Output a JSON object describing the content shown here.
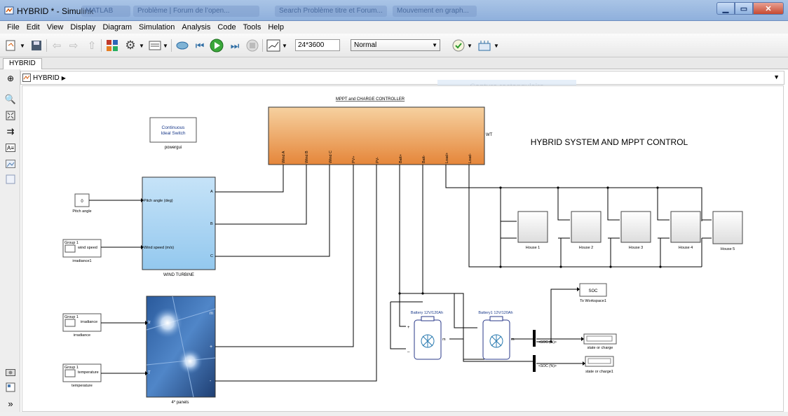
{
  "window": {
    "title": "HYBRID * - Simulink",
    "ghost_tabs": [
      "MATLAB",
      "Problème | Forum de l’open...",
      "Search Problème titre et Forum...",
      "Mouvement en graph..."
    ]
  },
  "menu": [
    "File",
    "Edit",
    "View",
    "Display",
    "Diagram",
    "Simulation",
    "Analysis",
    "Code",
    "Tools",
    "Help"
  ],
  "toolbar": {
    "stop_time": "24*3600",
    "sim_mode": "Normal"
  },
  "tabs": [
    {
      "label": "HYBRID"
    }
  ],
  "address": {
    "model": "HYBRID"
  },
  "overlay": {
    "capture_hint": "Capture rectangulaire"
  },
  "diagram": {
    "title": "HYBRID SYSTEM AND MPPT CONTROL",
    "mppt": {
      "label": "MPPT and CHARGE CONTROLLER",
      "out": "WT",
      "ports": [
        "Wind A",
        "Wind B",
        "Wind C",
        "PV+",
        "PV-",
        "Batt+",
        "Batt-",
        "Load+",
        "Load-"
      ]
    },
    "powergui": {
      "text": "Continuous\nIdeal Switch",
      "name": "powergui",
      "text1": "Continuous",
      "text2": "Ideal Switch"
    },
    "pitch": {
      "value": "0",
      "name": "Pitch angle"
    },
    "irr1": {
      "group": "Group 1",
      "port": "wind speed",
      "name": "irradiance1"
    },
    "turbine": {
      "name": "WIND TURBINE",
      "in1": "Pitch angle (deg)",
      "in2": "Wind speed (m/s)",
      "out": [
        "A",
        "B",
        "C"
      ]
    },
    "irr2": {
      "group": "Group 1",
      "port": "irradiance",
      "name": "irradiance"
    },
    "temp": {
      "group": "Group 1",
      "port": "temperature",
      "name": "temperature"
    },
    "pv": {
      "name": "4* panels",
      "ports_in": [
        "Ir",
        "T"
      ],
      "ports_out": [
        "m",
        "+",
        "-"
      ]
    },
    "houses": [
      "House 1",
      "House 2",
      "House 3",
      "House 4",
      "House 5"
    ],
    "batt1": {
      "name": "Battery 12V/120Ah",
      "pm": "m"
    },
    "batt2": {
      "name": "Battery1 12V/120Ah",
      "pm": "m"
    },
    "soc_block": {
      "text": "SOC",
      "name": "To Workspace1"
    },
    "scope1": {
      "name": "state or charge",
      "sig": "<SOC (%)>"
    },
    "scope2": {
      "name": "state or charge1",
      "sig": "<SOC (%)>"
    }
  }
}
